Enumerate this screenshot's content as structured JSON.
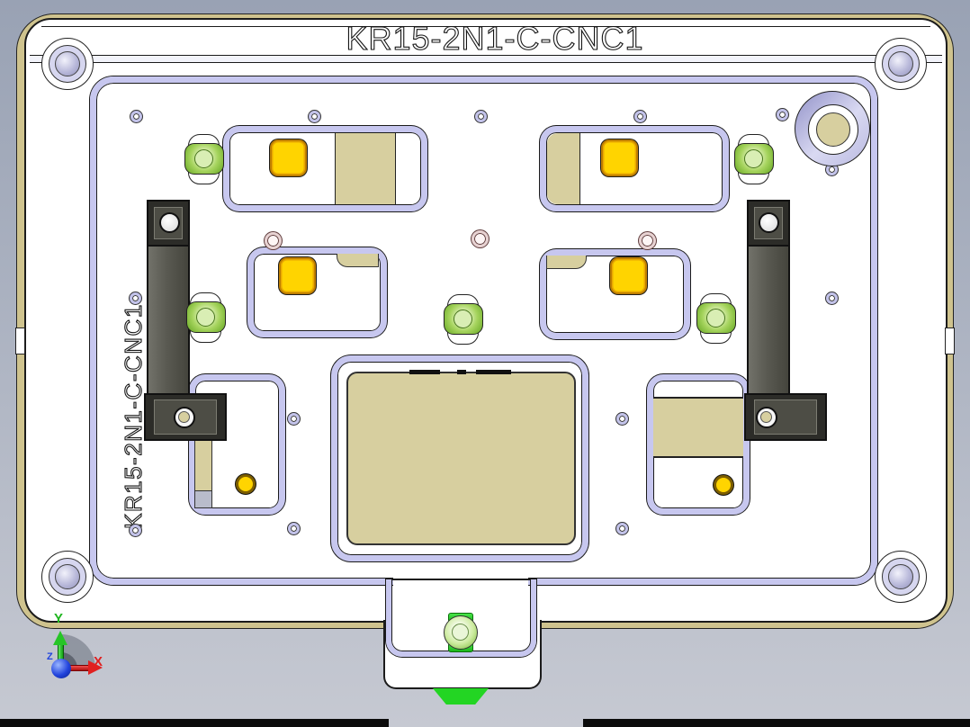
{
  "model": {
    "title_engraving": "KR15-2N1-C-CNC1",
    "side_engraving": "KR15-2N1-C-CNC1"
  },
  "triad": {
    "x_label": "X",
    "y_label": "Y",
    "z_label": "Z"
  },
  "colors": {
    "background_top": "#99a2b4",
    "background_bottom": "#c6c9d2",
    "plate_white": "#ffffff",
    "edge_tan": "#cfc38e",
    "pocket_border_lavender": "#c7c7ef",
    "resin_tan": "#d7cf9f",
    "pad_yellow": "#ffd400",
    "pad_border_orange": "#c07f00",
    "clamp_button_green": "#a6d45e",
    "knob_green": "#23d523",
    "rail_gray": "#5a5a52",
    "rail_dark": "#2c2c28",
    "axis_x_red": "#e02020",
    "axis_y_green": "#26c526",
    "axis_z_blue": "#2244dd"
  }
}
